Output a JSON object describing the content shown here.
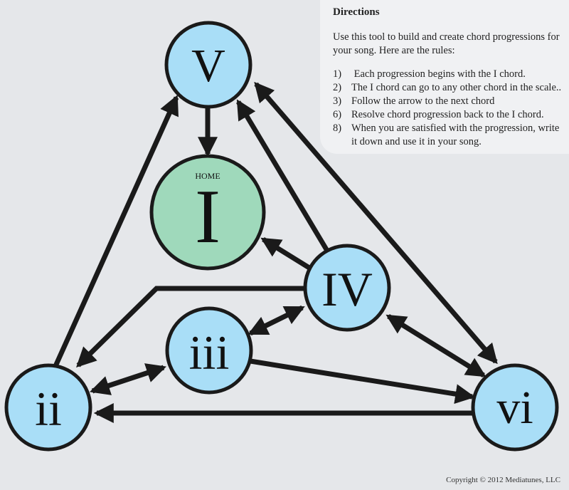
{
  "directions": {
    "title": "Directions",
    "intro": "Use this tool to build and create chord progressions for your song.  Here are the rules:",
    "rules": [
      {
        "num": "1)",
        "text": " Each progression begins with the I chord."
      },
      {
        "num": "2)",
        "text": "The I chord can go to any other chord in the scale.."
      },
      {
        "num": "3)",
        "text": "Follow the arrow to the next chord"
      },
      {
        "num": "6)",
        "text": "Resolve chord progression back to the I chord."
      },
      {
        "num": "8)",
        "text": "When you are satisfied with the progression, write it down and use it in your song."
      }
    ]
  },
  "nodes": {
    "five": {
      "label": "V"
    },
    "home": {
      "label": "I",
      "sublabel": "HOME"
    },
    "four": {
      "label": "IV"
    },
    "three": {
      "label": "iii"
    },
    "two": {
      "label": "ii"
    },
    "six": {
      "label": "vi"
    }
  },
  "colors": {
    "chord_fill": "#a9def7",
    "home_fill": "#9fd9bb",
    "stroke": "#1a1a1a",
    "background": "#e5e7ea",
    "panel": "#f0f1f3"
  },
  "copyright": "Copyright © 2012 Mediatunes, LLC"
}
